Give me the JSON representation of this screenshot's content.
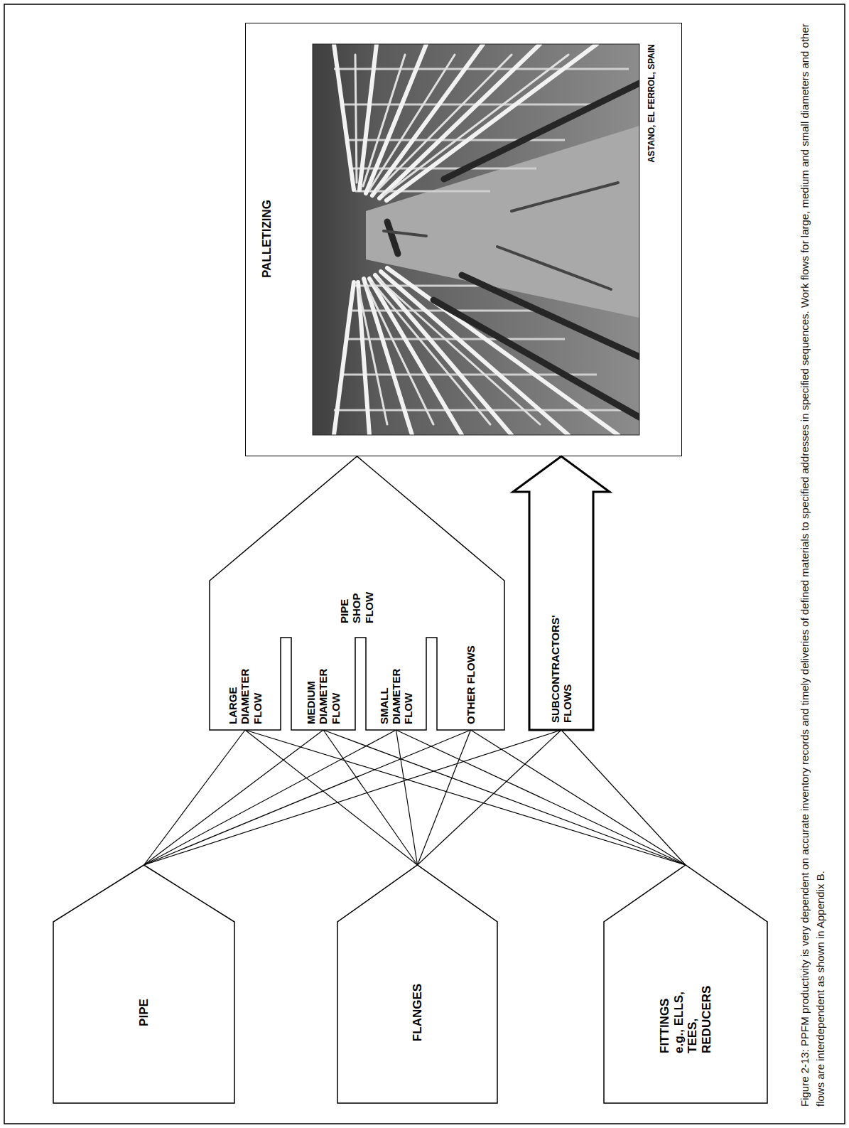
{
  "diagram": {
    "caption": "Figure 2-13: PPFM productivity is very dependent on accurate inventory records and timely deliveries of defined materials to specified addresses in specified sequences. Work flows for large, medium and small diameters and other flows are interdependent as shown in Appendix B.",
    "nodes": [
      {
        "text": [
          "PIPE"
        ]
      },
      {
        "text": [
          "FLANGES"
        ]
      },
      {
        "text": [
          "FITTINGS e.g., ELLS, TEES, REDUCERS"
        ]
      },
      {
        "text": [
          "PIPE SHOP FLOW"
        ]
      },
      {
        "text": [
          "LARGE DIAMETER FLOW"
        ],
        "in": 3
      },
      {
        "text": [
          "MEDIUM DIAMETER FLOW"
        ],
        "in": 3
      },
      {
        "text": [
          "SMALL DIAMETER FLOW"
        ],
        "in": 3
      },
      {
        "text": [
          "OTHER FLOWS"
        ],
        "in": 3
      },
      {
        "text": [
          "SUBCONTRACTORS' FLOWS"
        ]
      },
      {
        "text": [
          "PALLETIZING"
        ]
      }
    ],
    "edges": [
      {
        "from": 0,
        "to": 4,
        "arrow": "none"
      },
      {
        "from": 0,
        "to": 5,
        "arrow": "none"
      },
      {
        "from": 0,
        "to": 6,
        "arrow": "none"
      },
      {
        "from": 0,
        "to": 7,
        "arrow": "none"
      },
      {
        "from": 0,
        "to": 8,
        "arrow": "none"
      },
      {
        "from": 1,
        "to": 4,
        "arrow": "none"
      },
      {
        "from": 1,
        "to": 5,
        "arrow": "none"
      },
      {
        "from": 1,
        "to": 6,
        "arrow": "none"
      },
      {
        "from": 1,
        "to": 7,
        "arrow": "none"
      },
      {
        "from": 1,
        "to": 8,
        "arrow": "none"
      },
      {
        "from": 2,
        "to": 4,
        "arrow": "none"
      },
      {
        "from": 2,
        "to": 5,
        "arrow": "none"
      },
      {
        "from": 2,
        "to": 6,
        "arrow": "none"
      },
      {
        "from": 2,
        "to": 7,
        "arrow": "none"
      },
      {
        "from": 2,
        "to": 8,
        "arrow": "none"
      }
    ],
    "labels": [
      "ASTANO, EL FERROL, SPAIN"
    ]
  }
}
